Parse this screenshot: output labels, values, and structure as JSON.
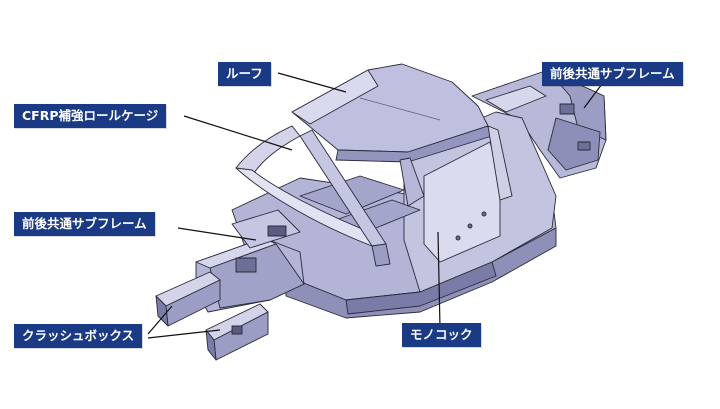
{
  "labels": {
    "roof": "ルーフ",
    "cfrp_roll_cage": "CFRP補強ロールケージ",
    "front_rear_subframe_left": "前後共通サブフレーム",
    "front_rear_subframe_right": "前後共通サブフレーム",
    "crash_box": "クラッシュボックス",
    "monocoque": "モノコック"
  },
  "colors": {
    "label_bg": "#1b3a86",
    "label_text": "#ffffff",
    "body_light": "#cfd0e6",
    "body_mid": "#a9aacd",
    "body_dark": "#6e6f96",
    "edge": "#2a2a3a",
    "leader": "#111111"
  }
}
